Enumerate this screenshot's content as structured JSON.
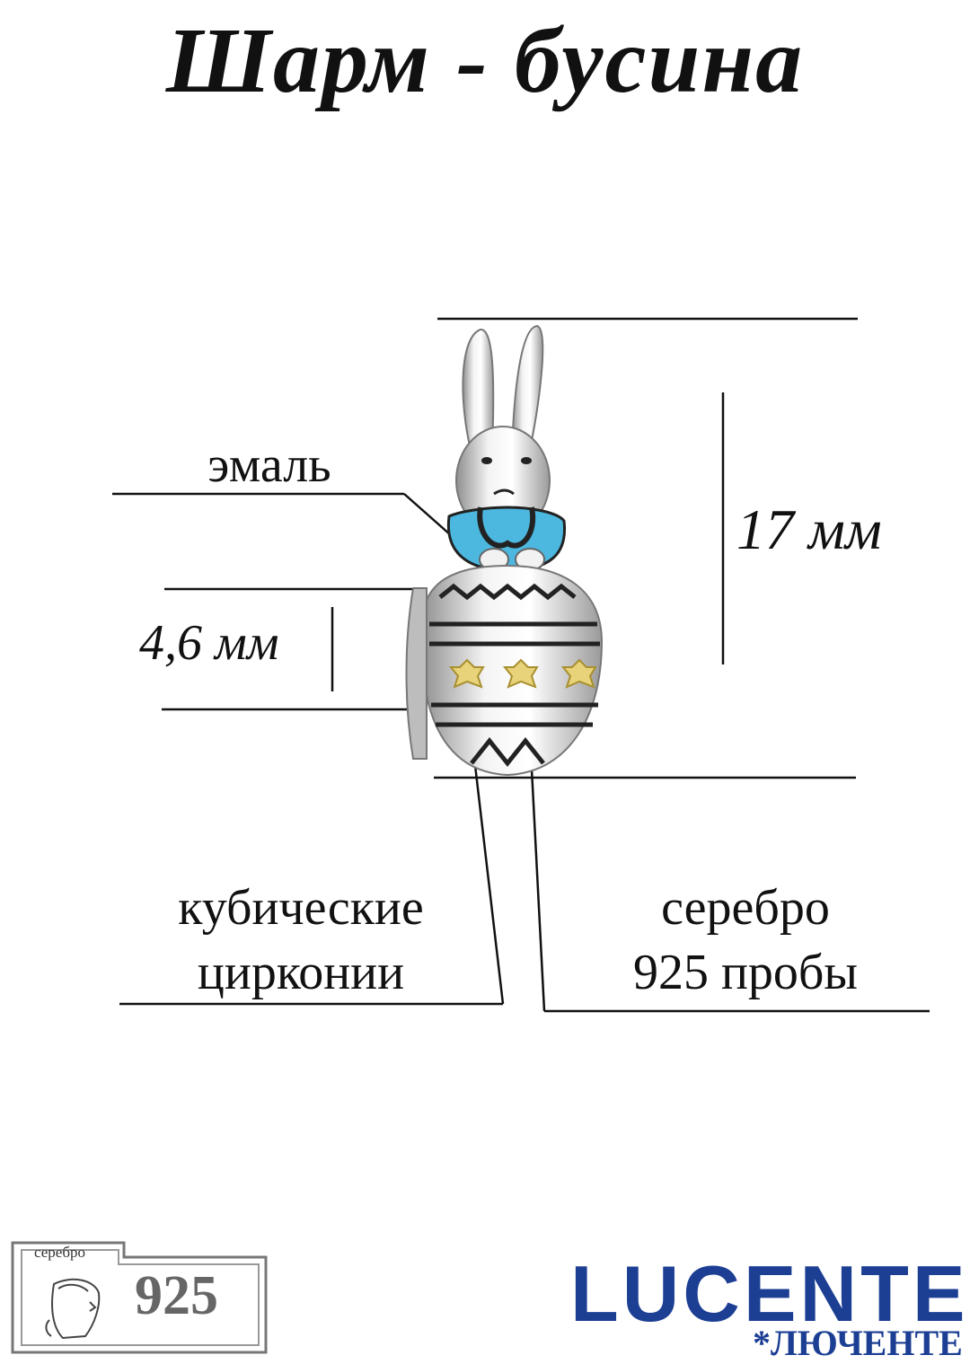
{
  "title": "Шарм - бусина",
  "labels": {
    "enamel": "эмаль",
    "zirconia_line1": "кубические",
    "zirconia_line2": "цирконии",
    "silver_line1": "серебро",
    "silver_line2": "925 пробы"
  },
  "dimensions": {
    "height": "17 мм",
    "width": "4,6 мм"
  },
  "hallmark": {
    "caption": "серебро",
    "number": "925"
  },
  "brand": {
    "logo": "LUCENTE",
    "subtitle": "*ЛЮЧЕНТЕ"
  },
  "colors": {
    "enamel": "#4cb8e0",
    "zircon": "#e8d27a",
    "silver": "#d9d9d9",
    "brand": "#1c3f94"
  },
  "icons": [
    "bunny-charm-image",
    "hallmark-profile-icon"
  ]
}
